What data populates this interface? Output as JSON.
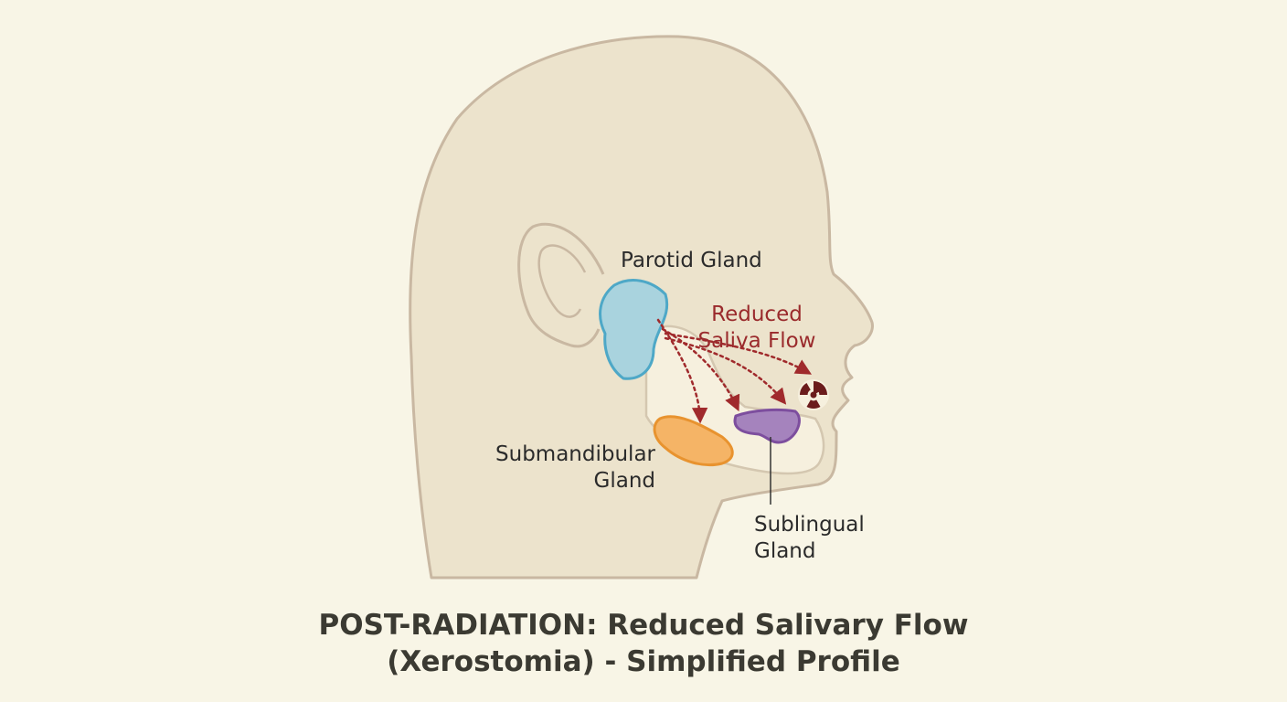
{
  "labels": {
    "parotid": "Parotid Gland",
    "reduced_flow_line1": "Reduced",
    "reduced_flow_line2": "Saliva Flow",
    "submandibular_line1": "Submandibular",
    "submandibular_line2": "Gland",
    "sublingual_line1": "Sublingual",
    "sublingual_line2": "Gland"
  },
  "caption": {
    "line1": "POST-RADIATION: Reduced Salivary Flow",
    "line2": "(Xerostomia) - Simplified Profile"
  },
  "colors": {
    "background": "#f8f5e6",
    "head_fill": "#ece3cc",
    "head_outline": "#c9b8a2",
    "mouth_fill": "#f6f0de",
    "parotid_fill": "#a9d3de",
    "parotid_stroke": "#4ea8c7",
    "submandibular_fill": "#f5b466",
    "submandibular_stroke": "#e8932f",
    "sublingual_fill": "#a583bd",
    "sublingual_stroke": "#7d4e9e",
    "flow_arrows": "#a02a2c",
    "radiation_icon": "#6b1c1c"
  },
  "icons": [
    "radiation-icon"
  ]
}
